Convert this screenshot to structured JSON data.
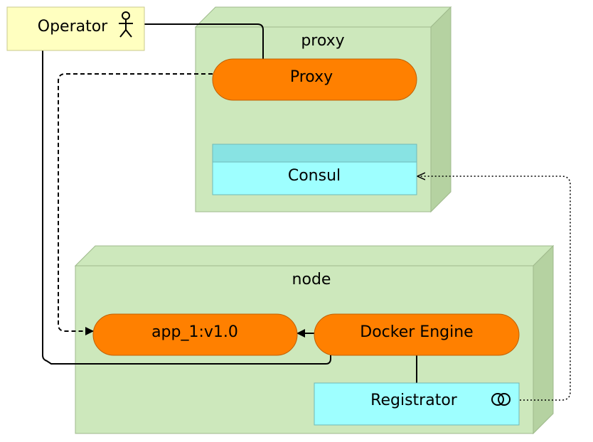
{
  "diagram": {
    "actor": {
      "label": "Operator",
      "icon": "stick-figure-icon"
    },
    "proxy_node": {
      "title": "proxy",
      "proxy_component": "Proxy",
      "consul_component": "Consul"
    },
    "app_node": {
      "title": "node",
      "app_component": "app_1:v1.0",
      "engine_component": "Docker Engine",
      "registrator_component": "Registrator",
      "registrator_icon": "interface-circles-icon"
    }
  },
  "colors": {
    "node_face": "#cde8bc",
    "node_side": "#b5d2a1",
    "component": "#ff8000",
    "artifact": "#9effff",
    "artifact_header": "#88e3e3",
    "actor_box": "#ffffc0"
  }
}
